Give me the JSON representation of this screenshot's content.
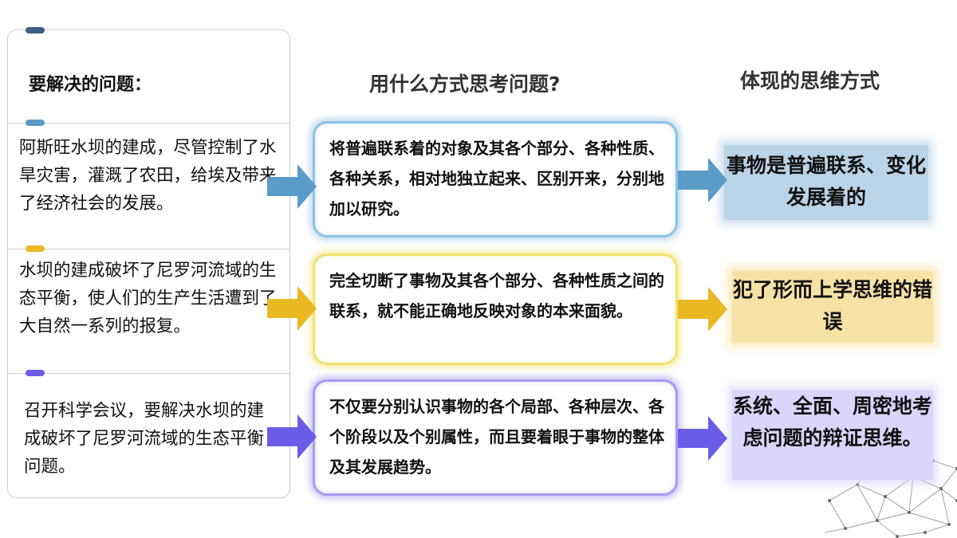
{
  "left": {
    "title": "要解决的问题：",
    "items": [
      "阿斯旺水坝的建成，尽管控制了水旱灾害，灌溉了农田，给埃及带来了经济社会的发展。",
      "水坝的建成破坏了尼罗河流域的生态平衡，使人们的生产生活遭到了大自然一系列的报复。",
      "召开科学会议，要解决水坝的建成破坏了尼罗河流域的生态平衡问题。"
    ]
  },
  "headings": {
    "method": "用什么方式思考问题?",
    "reflect": "体现的思维方式"
  },
  "methods": [
    "将普遍联系着的对象及其各个部分、各种性质、各种关系，相对地独立起来、区别开来，分别地加以研究。",
    "完全切断了事物及其各个部分、各种性质之间的联系，就不能正确地反映对象的本来面貌。",
    "不仅要分别认识事物的各个局部、各种层次、各个阶段以及个别属性，而且要着眼于事物的整体及其发展趋势。"
  ],
  "results": [
    "事物是普遍联系、变化发展着的",
    "犯了形而上学思维的错误",
    "系统、全面、周密地考虑问题的辩证思维。"
  ],
  "colors": {
    "blue": "#5b9bc8",
    "yellow": "#e8b923",
    "purple": "#6b5ce7",
    "blue_bg": "#b9d4e8",
    "yellow_bg": "#f7e2a6",
    "purple_bg": "#d9d5fb"
  }
}
